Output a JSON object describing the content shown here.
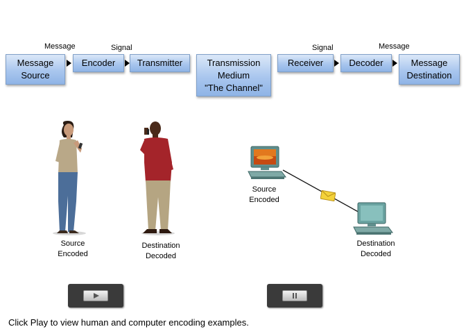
{
  "flow": {
    "boxes": [
      "Message\nSource",
      "Encoder",
      "Transmitter",
      "Transmission\nMedium\n\"The Channel\"",
      "Receiver",
      "Decoder",
      "Message\nDestination"
    ],
    "labels": {
      "message_left": "Message",
      "signal_left": "Signal",
      "signal_right": "Signal",
      "message_right": "Message"
    }
  },
  "human_example": {
    "source_caption": "Source\nEncoded",
    "destination_caption": "Destination\nDecoded"
  },
  "computer_example": {
    "source_caption": "Source\nEncoded",
    "destination_caption": "Destination\nDecoded"
  },
  "controls": {
    "play_icon": "play-icon",
    "pause_icon": "pause-icon"
  },
  "footer": {
    "instruction": "Click Play to view human and computer encoding examples."
  },
  "colors": {
    "box_fill": "#a9c6ee",
    "envelope": "#f4d23a",
    "control_bg": "#3a3a3a"
  }
}
